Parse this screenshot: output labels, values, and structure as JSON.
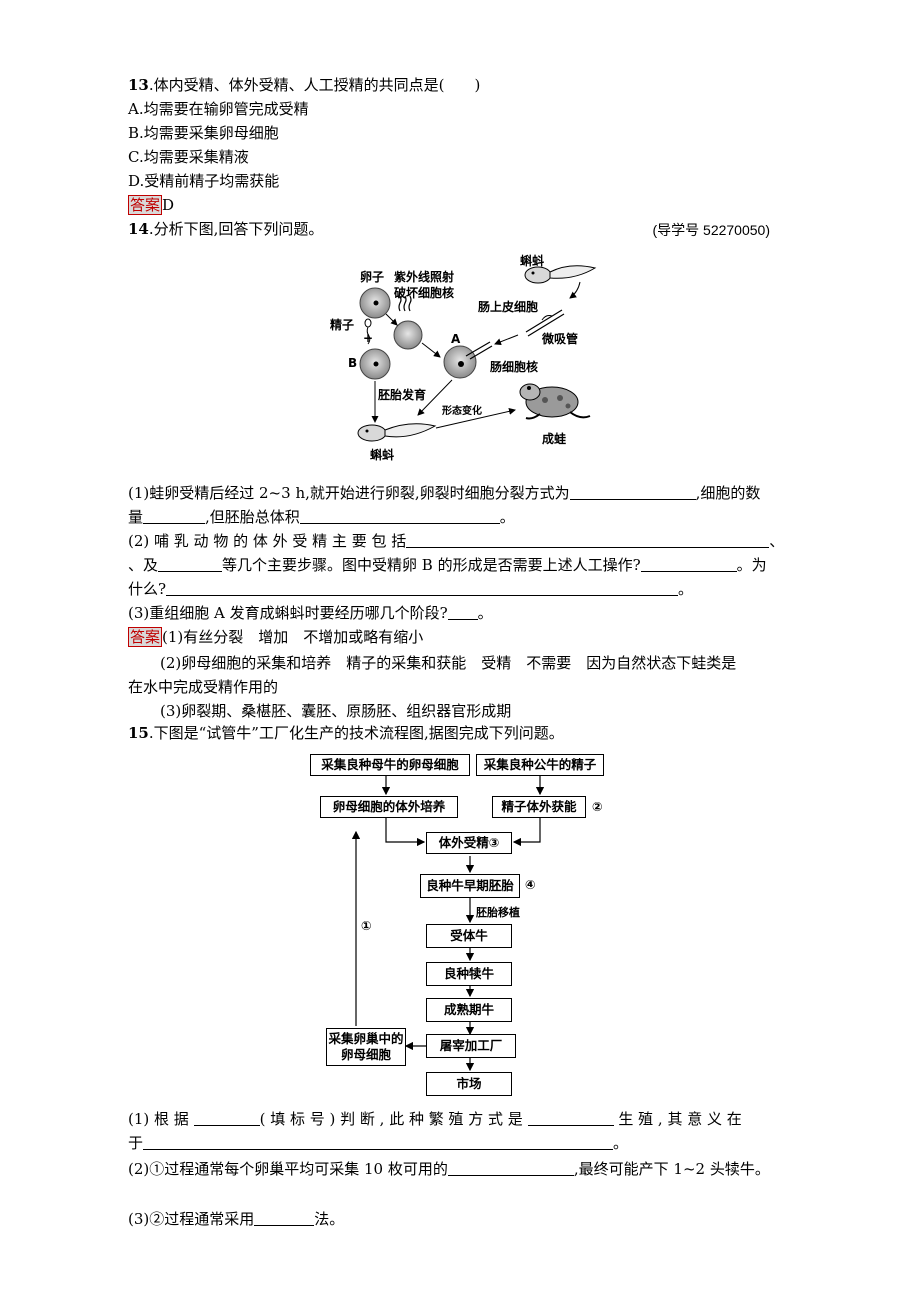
{
  "q13": {
    "stem": ".体内受精、体外受精、人工授精的共同点是(　　)",
    "num": "13",
    "a": "A.均需要在输卵管完成受精",
    "b": "B.均需要采集卵母细胞",
    "c": "C.均需要采集精液",
    "d": "D.受精前精子均需获能",
    "answer_tag": "答案",
    "answer": "D"
  },
  "q14": {
    "num": "14",
    "stem": ".分析下图,回答下列问题。",
    "ref": "(导学号 52270050)",
    "diagram": {
      "egg": "卵子",
      "uv": "紫外线照射",
      "destroy": "破坏细胞核",
      "sperm": "精子",
      "plus": "+",
      "b": "B",
      "a": "A",
      "embryo_dev": "胚胎发育",
      "tadpole_top": "蝌蚪",
      "intestine_cell": "肠上皮细胞",
      "micropipette": "微吸管",
      "nucleus": "肠细胞核",
      "morph": "形态变化",
      "adult_frog": "成蛙",
      "tadpole_bottom": "蝌蚪"
    },
    "p1a": "(1)蛙卵受精后经过 2~3 h,就开始进行卵裂,卵裂时细胞分裂方式为",
    "p1b": ",细胞的数",
    "p1c": "量",
    "p1d": ",但胚胎总体积",
    "p1e": "。",
    "p2a": "(2) 哺 乳 动 物 的 体 外 受 精 主 要 包 括",
    "p2b": "、",
    "p2c": "、及",
    "p2d": "等几个主要步骤。图中受精卵 B 的形成是否需要上述人工操作?",
    "p2e": "。为",
    "p2f": "什么?",
    "p2g": "。",
    "p3": "(3)重组细胞 A 发育成蝌蚪时要经历哪几个阶段?",
    "p3end": "。",
    "answer_tag": "答案",
    "ans1": "(1)有丝分裂　增加　不增加或略有缩小",
    "ans2a": "(2)卵母细胞的采集和培养　精子的采集和获能　受精　不需要　因为自然状态下蛙类是",
    "ans2b": "在水中完成受精作用的",
    "ans3": "(3)卵裂期、桑椹胚、囊胚、原肠胚、组织器官形成期"
  },
  "q15": {
    "num": "15",
    "stem": ".下图是“试管牛”工厂化生产的技术流程图,据图完成下列问题。",
    "flow": {
      "collect_egg": "采集良种母牛的卵母细胞",
      "collect_sperm": "采集良种公牛的精子",
      "culture": "卵母细胞的体外培养",
      "capacitate": "精子体外获能",
      "mark2": "②",
      "fert": "体外受精③",
      "embryo": "良种牛早期胚胎",
      "mark4": "④",
      "transfer": "胚胎移植",
      "recipient": "受体牛",
      "calf": "良种犊牛",
      "mature": "成熟期牛",
      "ovary": "采集卵巢中的卵母细胞",
      "slaughter": "屠宰加工厂",
      "market": "市场",
      "mark1": "①"
    },
    "p1a": "(1) 根 据",
    "p1b": "( 填 标 号 ) 判 断 , 此 种 繁 殖 方 式 是",
    "p1c": "生 殖 , 其 意 义 在",
    "p1d": "于",
    "p1e": "。",
    "p2a": "(2)①过程通常每个卵巢平均可采集 10 枚可用的",
    "p2b": ",最终可能产下 1~2 头犊牛。",
    "p3a": "(3)②过程通常采用",
    "p3b": "法。"
  }
}
